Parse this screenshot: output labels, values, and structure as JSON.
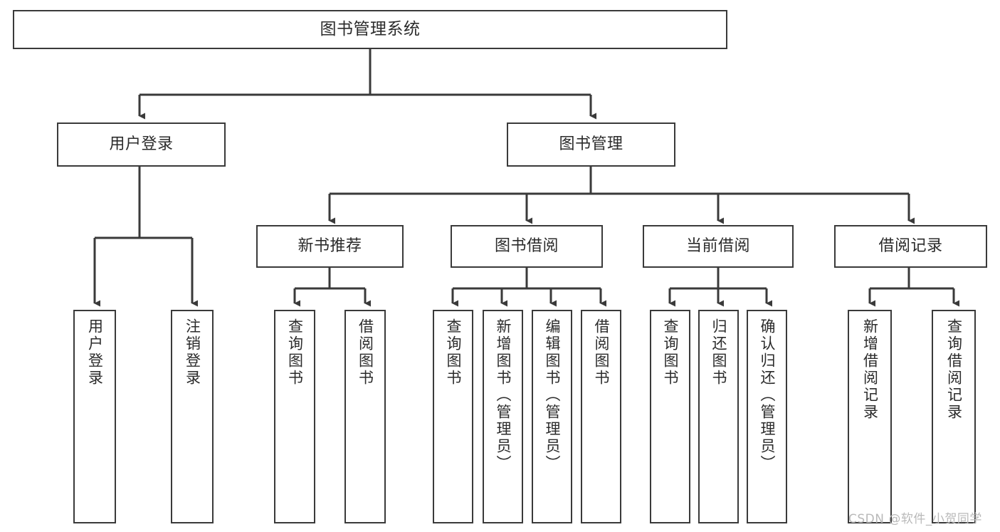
{
  "diagram": {
    "type": "tree",
    "title": "图书管理系统",
    "orientation": "top-down",
    "colors": {
      "background": "#ffffff",
      "stroke": "#3a3a3a",
      "node_fill": "#ffffff",
      "text": "#2b2b2b",
      "watermark": "#b9b9b9"
    },
    "nodes": {
      "root": {
        "label": "图书管理系统"
      },
      "level1": [
        {
          "label": "用户登录"
        },
        {
          "label": "图书管理"
        }
      ],
      "level2": [
        {
          "label": "新书推荐"
        },
        {
          "label": "图书借阅"
        },
        {
          "label": "当前借阅"
        },
        {
          "label": "借阅记录"
        }
      ],
      "leaves": [
        {
          "label": "用户登录"
        },
        {
          "label": "注销登录"
        },
        {
          "label": "查询图书"
        },
        {
          "label": "借阅图书"
        },
        {
          "label": "查询图书"
        },
        {
          "label": "新增图书（管理员）"
        },
        {
          "label": "编辑图书（管理员）"
        },
        {
          "label": "借阅图书"
        },
        {
          "label": "查询图书"
        },
        {
          "label": "归还图书"
        },
        {
          "label": "确认归还（管理员）"
        },
        {
          "label": "新增借阅记录"
        },
        {
          "label": "查询借阅记录"
        }
      ]
    },
    "watermark": "CSDN @软件_小贺同学"
  }
}
